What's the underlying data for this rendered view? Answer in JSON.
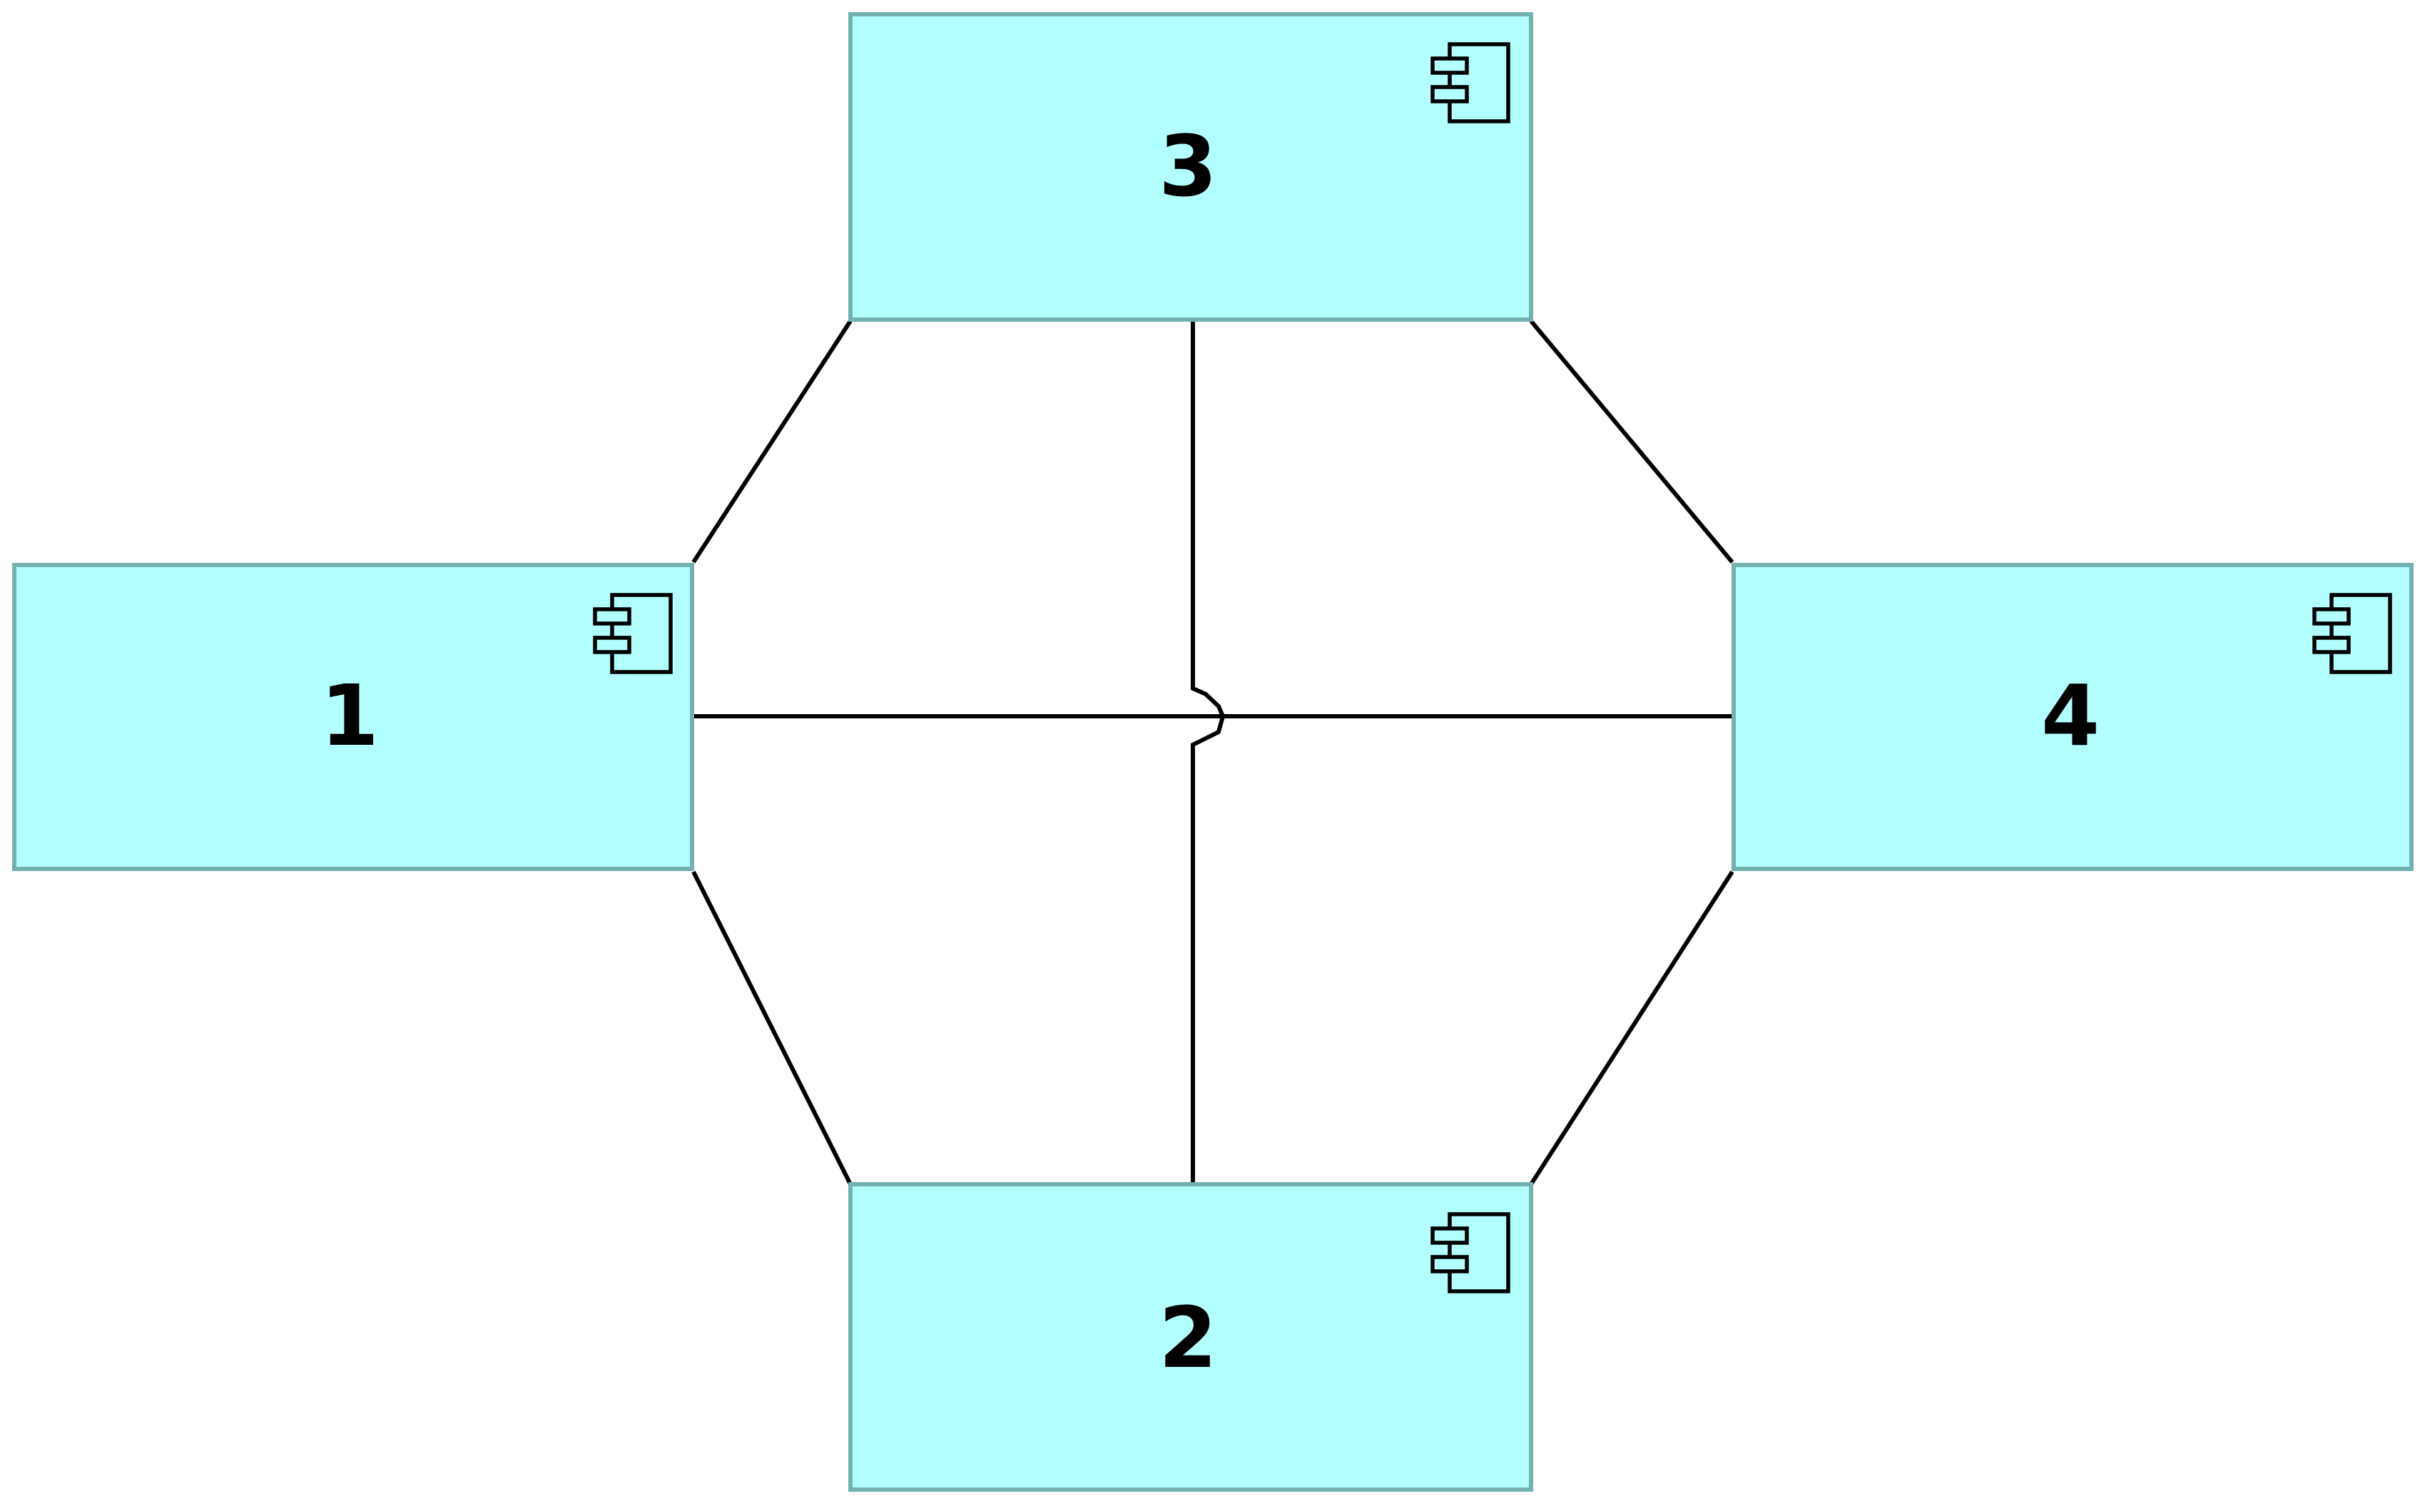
{
  "diagram": {
    "type": "component-diagram",
    "colors": {
      "node_fill": "#b3ffff",
      "node_border": "#74b0b0",
      "edge": "#000000",
      "text": "#000000"
    },
    "nodes": [
      {
        "id": "1",
        "label": "1",
        "icon": "uml-component-icon"
      },
      {
        "id": "2",
        "label": "2",
        "icon": "uml-component-icon"
      },
      {
        "id": "3",
        "label": "3",
        "icon": "uml-component-icon"
      },
      {
        "id": "4",
        "label": "4",
        "icon": "uml-component-icon"
      }
    ],
    "edges": [
      {
        "from": "1",
        "to": "3"
      },
      {
        "from": "3",
        "to": "4"
      },
      {
        "from": "1",
        "to": "2"
      },
      {
        "from": "4",
        "to": "2"
      },
      {
        "from": "1",
        "to": "4"
      },
      {
        "from": "3",
        "to": "2",
        "line_jump": true
      }
    ]
  }
}
